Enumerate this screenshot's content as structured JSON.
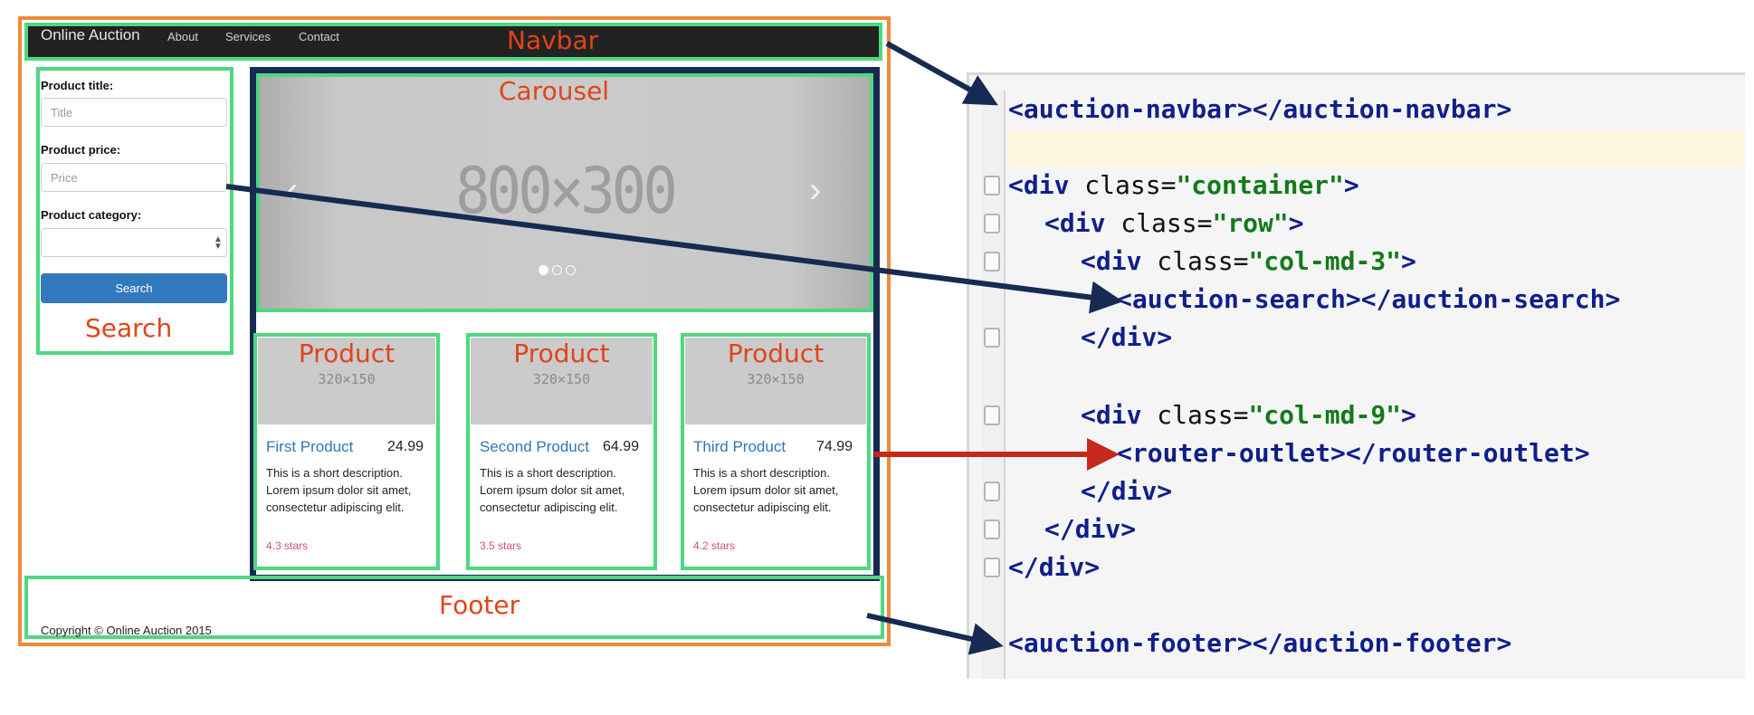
{
  "mockup": {
    "navbar": {
      "brand": "Online Auction",
      "links": [
        "About",
        "Services",
        "Contact"
      ],
      "annotation": "Navbar"
    },
    "search": {
      "title_label": "Product title:",
      "title_placeholder": "Title",
      "price_label": "Product price:",
      "price_placeholder": "Price",
      "category_label": "Product category:",
      "button_label": "Search",
      "annotation": "Search"
    },
    "carousel": {
      "annotation": "Carousel",
      "image_size": "800×300",
      "prev_glyph": "‹",
      "next_glyph": "›",
      "active_indicator": 1,
      "indicator_count": 3
    },
    "products": [
      {
        "annotation": "Product",
        "thumb_size": "320×150",
        "name": "First Product",
        "price": "24.99",
        "description": "This is a short description. Lorem ipsum dolor sit amet, consectetur adipiscing elit.",
        "rating": "4.3 stars"
      },
      {
        "annotation": "Product",
        "thumb_size": "320×150",
        "name": "Second Product",
        "price": "64.99",
        "description": "This is a short description. Lorem ipsum dolor sit amet, consectetur adipiscing elit.",
        "rating": "3.5 stars"
      },
      {
        "annotation": "Product",
        "thumb_size": "320×150",
        "name": "Third Product",
        "price": "74.99",
        "description": "This is a short description. Lorem ipsum dolor sit amet, consectetur adipiscing elit.",
        "rating": "4.2 stars"
      }
    ],
    "footer": {
      "annotation": "Footer",
      "copyright": "Copyright © Online Auction 2015"
    }
  },
  "code": {
    "l1": {
      "open": "<auction-navbar>",
      "close": "</auction-navbar>"
    },
    "l3": {
      "open": "<div",
      "attr": " class=",
      "val": "\"container\"",
      "end": ">"
    },
    "l4": {
      "open": "<div",
      "attr": " class=",
      "val": "\"row\"",
      "end": ">"
    },
    "l5": {
      "open": "<div",
      "attr": " class=",
      "val": "\"col-md-3\"",
      "end": ">"
    },
    "l6": {
      "open": "<auction-search>",
      "close": "</auction-search>"
    },
    "l7": {
      "close": "</div>"
    },
    "l9": {
      "open": "<div",
      "attr": " class=",
      "val": "\"col-md-9\"",
      "end": ">"
    },
    "l10": {
      "open": "<router-outlet>",
      "close": "</router-outlet>"
    },
    "l11": {
      "close": "</div>"
    },
    "l12": {
      "close": "</div>"
    },
    "l13": {
      "close": "</div>"
    },
    "l15": {
      "open": "<auction-footer>",
      "close": "</auction-footer>"
    }
  },
  "colors": {
    "frame_border": "#f0893a",
    "component_outline": "#4ed880",
    "annotation_text": "#e0441b",
    "arrow_navy": "#172a52",
    "arrow_red": "#c4291b",
    "primary_button": "#3379bd"
  }
}
